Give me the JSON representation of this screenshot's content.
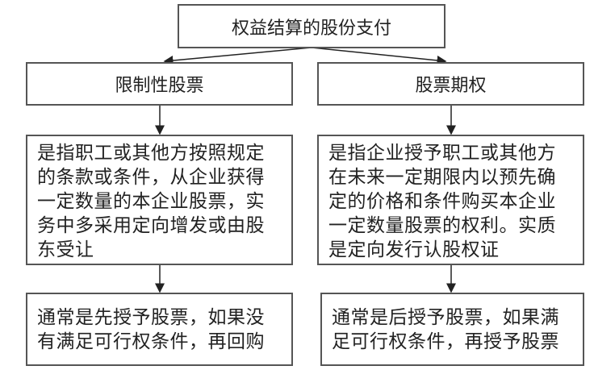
{
  "root": {
    "label": "权益结算的股份支付"
  },
  "branches": [
    {
      "title": "限制性股票",
      "definition": [
        "是指职工或其他方按照规定",
        "的条款或条件，从企业获得",
        "一定数量的本企业股票，实",
        "务中多采用定向增发或由股",
        "东受让"
      ],
      "note": [
        "通常是先授予股票，如果没",
        "有满足可行权条件，再回购"
      ]
    },
    {
      "title": "股票期权",
      "definition": [
        "是指企业授予职工或其他方",
        "在未来一定期限内以预先确",
        "定的价格和条件购买本企业",
        "一定数量股票的权利。实质",
        "是定向发行认股权证"
      ],
      "note": [
        "通常是后授予股票，如果满",
        "足可行权条件，再授予股票"
      ]
    }
  ]
}
